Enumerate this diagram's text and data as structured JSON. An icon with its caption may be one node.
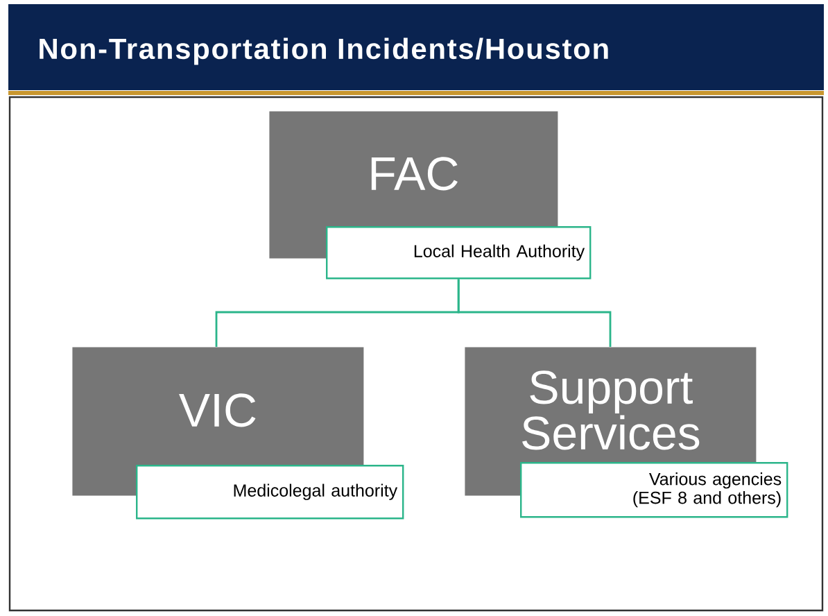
{
  "diagram": {
    "title": "Non-Transportation Incidents/Houston",
    "nodes": [
      {
        "text": [
          "FAC"
        ]
      },
      {
        "text": [
          "Local Health Authority"
        ]
      },
      {
        "text": [
          "VIC"
        ]
      },
      {
        "text": [
          "Medicolegal authority"
        ]
      },
      {
        "text": [
          "Support Services"
        ]
      },
      {
        "text": [
          "Various agencies (ESF 8 and others)"
        ]
      }
    ],
    "edges": [
      {
        "from": 1,
        "to": 2,
        "arrow": "none"
      },
      {
        "from": 1,
        "to": 4,
        "arrow": "none"
      }
    ]
  }
}
